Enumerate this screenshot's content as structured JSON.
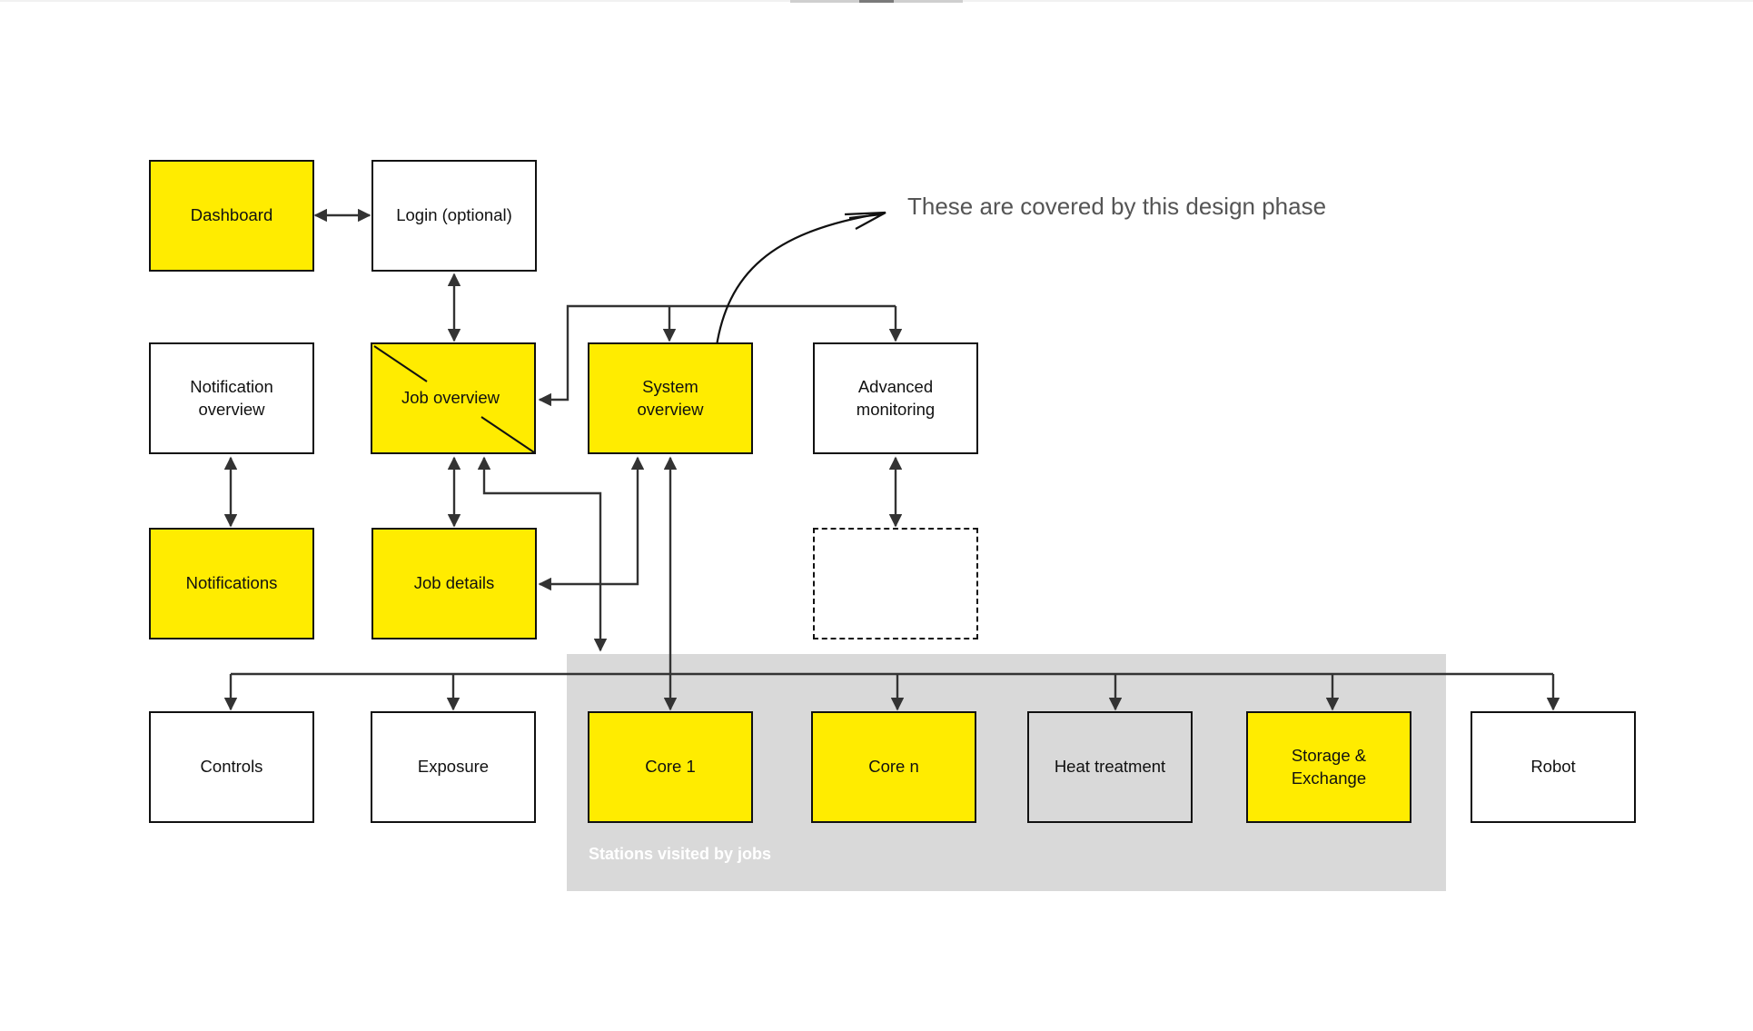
{
  "diagram": {
    "annotation": "These are covered by this design phase",
    "group_label": "Stations visited by jobs",
    "colors": {
      "highlight": "#ffec00",
      "group_background": "#d9d9d9",
      "border": "#111111",
      "annotation_text": "#555555"
    },
    "nodes": {
      "dashboard": {
        "label": "Dashboard",
        "style": "yellow"
      },
      "login": {
        "label": "Login (optional)",
        "style": "white"
      },
      "notification_overview": {
        "label": "Notification\noverview",
        "style": "white"
      },
      "job_overview": {
        "label": "Job overview",
        "style": "yellow"
      },
      "system_overview": {
        "label": "System\noverview",
        "style": "yellow"
      },
      "advanced_monitoring": {
        "label": "Advanced\nmonitoring",
        "style": "white"
      },
      "notifications": {
        "label": "Notifications",
        "style": "yellow"
      },
      "job_details": {
        "label": "Job details",
        "style": "yellow"
      },
      "placeholder": {
        "label": "",
        "style": "dashed"
      },
      "controls": {
        "label": "Controls",
        "style": "white"
      },
      "exposure": {
        "label": "Exposure",
        "style": "white"
      },
      "core_1": {
        "label": "Core 1",
        "style": "yellow"
      },
      "core_n": {
        "label": "Core n",
        "style": "yellow"
      },
      "heat_treatment": {
        "label": "Heat treatment",
        "style": "gray"
      },
      "storage_exchange": {
        "label": "Storage &\nExchange",
        "style": "yellow"
      },
      "robot": {
        "label": "Robot",
        "style": "white"
      }
    },
    "edges": [
      {
        "from": "dashboard",
        "to": "login",
        "type": "bidirectional"
      },
      {
        "from": "login",
        "to": "job_overview",
        "type": "bidirectional"
      },
      {
        "from": "notification_overview",
        "to": "notifications",
        "type": "bidirectional"
      },
      {
        "from": "job_overview",
        "to": "job_details",
        "type": "bidirectional"
      },
      {
        "from": "advanced_monitoring",
        "to": "placeholder",
        "type": "bidirectional"
      },
      {
        "from": "junction_top",
        "to": "job_overview",
        "type": "directed"
      },
      {
        "from": "junction_top",
        "to": "system_overview",
        "type": "directed"
      },
      {
        "from": "junction_top",
        "to": "advanced_monitoring",
        "type": "directed"
      },
      {
        "from": "junction_mid",
        "to": "job_overview",
        "type": "directed"
      },
      {
        "from": "junction_mid",
        "to": "system_overview",
        "type": "directed"
      },
      {
        "from": "junction_mid",
        "to": "job_details",
        "type": "directed"
      },
      {
        "from": "junction_mid",
        "to": "stations_group",
        "type": "directed"
      },
      {
        "from": "bus_bottom",
        "to": "system_overview",
        "type": "directed"
      },
      {
        "from": "bus_bottom",
        "to": "controls",
        "type": "directed"
      },
      {
        "from": "bus_bottom",
        "to": "exposure",
        "type": "directed"
      },
      {
        "from": "bus_bottom",
        "to": "core_1",
        "type": "directed"
      },
      {
        "from": "bus_bottom",
        "to": "core_n",
        "type": "directed"
      },
      {
        "from": "bus_bottom",
        "to": "heat_treatment",
        "type": "directed"
      },
      {
        "from": "bus_bottom",
        "to": "storage_exchange",
        "type": "directed"
      },
      {
        "from": "bus_bottom",
        "to": "robot",
        "type": "directed"
      },
      {
        "from": "system_overview",
        "to": "annotation",
        "type": "curved-pointer"
      }
    ]
  }
}
